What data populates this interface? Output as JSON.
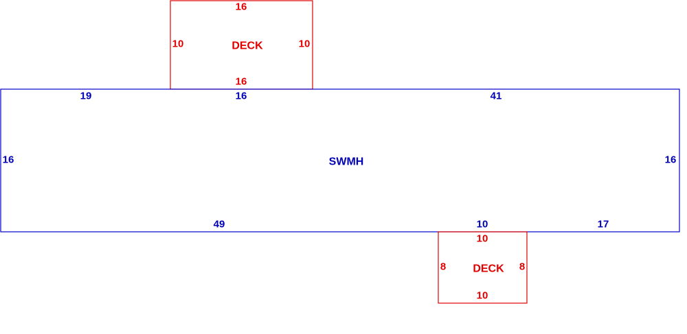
{
  "colors": {
    "deck": "#e00000",
    "house": "#0000b4"
  },
  "deck_top": {
    "name": "DECK",
    "top": "16",
    "bottom": "16",
    "left": "10",
    "right": "10"
  },
  "house": {
    "name": "SWMH",
    "top_left": "19",
    "top_middle": "16",
    "top_right": "41",
    "left": "16",
    "right": "16",
    "bottom_left": "49",
    "bottom_middle": "10",
    "bottom_right": "17"
  },
  "deck_bottom": {
    "name": "DECK",
    "top": "10",
    "bottom": "10",
    "left": "8",
    "right": "8"
  }
}
